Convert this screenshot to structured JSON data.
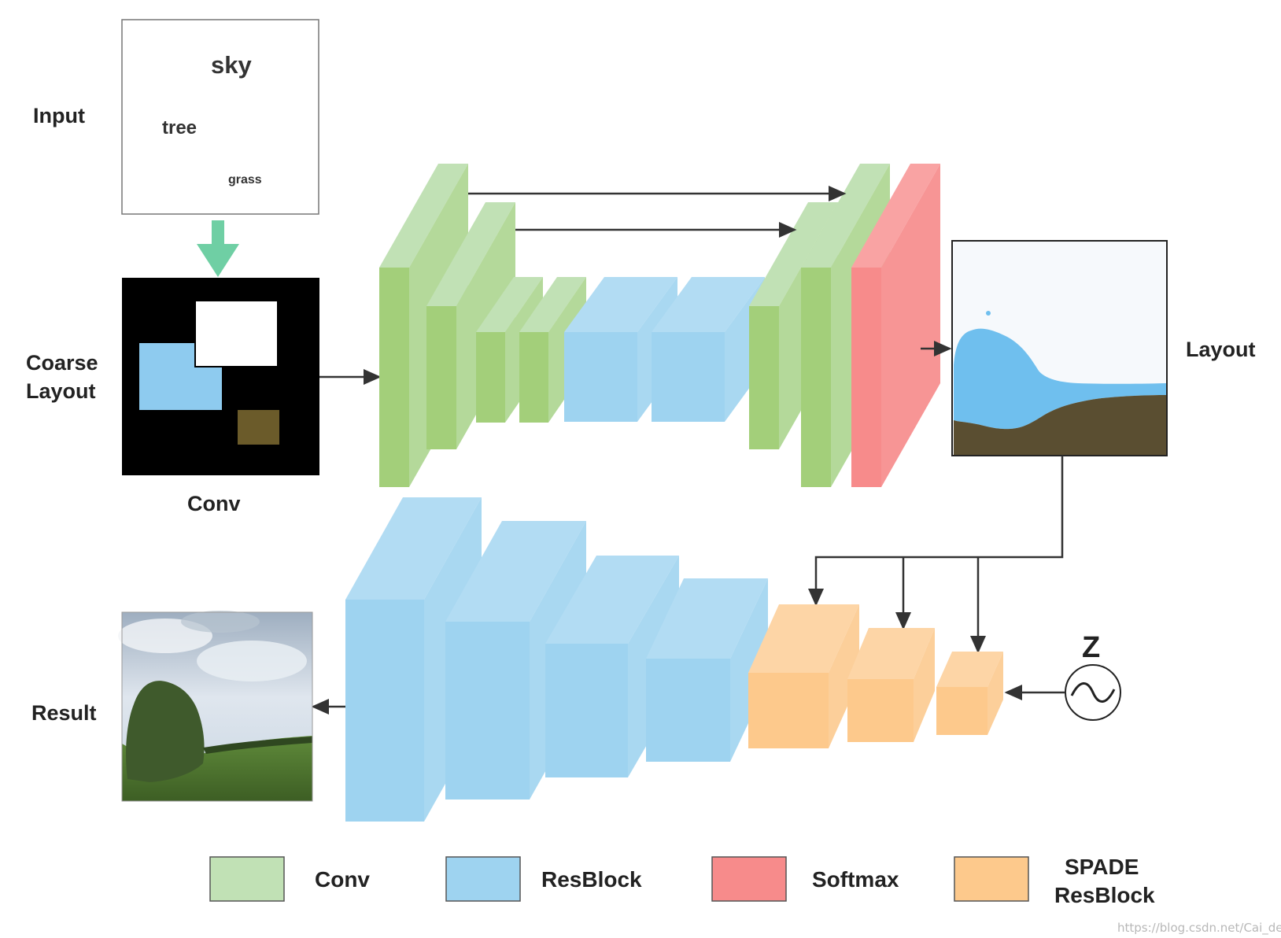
{
  "labels": {
    "input": "Input",
    "coarse_layout_line1": "Coarse",
    "coarse_layout_line2": "Layout",
    "conv_under_coarse": "Conv",
    "layout": "Layout",
    "result": "Result",
    "z": "Z"
  },
  "input_words": {
    "sky": "sky",
    "tree": "tree",
    "grass": "grass"
  },
  "legend": [
    {
      "key": "conv",
      "label": "Conv",
      "color": "#c1e1b5"
    },
    {
      "key": "resblock",
      "label": "ResBlock",
      "color": "#9ed3f0"
    },
    {
      "key": "softmax",
      "label": "Softmax",
      "color": "#f78b8b"
    },
    {
      "key": "spade",
      "label": "SPADE ResBlock",
      "label_line1": "SPADE",
      "label_line2": "ResBlock",
      "color": "#fdc98c"
    }
  ],
  "colors": {
    "conv": "#a3cf7a",
    "resblock": "#9ed3f0",
    "softmax": "#f78b8b",
    "spade": "#fdc98c",
    "arrow": "#333333",
    "input_arrow": "#6fcfa4",
    "sky_region": "#ffffff",
    "tree_region": "#8ecbef",
    "grass_region": "#6b5b2a"
  },
  "watermark": "https://blog.csdn.net/Cai_deLong",
  "noise_symbol": "~"
}
